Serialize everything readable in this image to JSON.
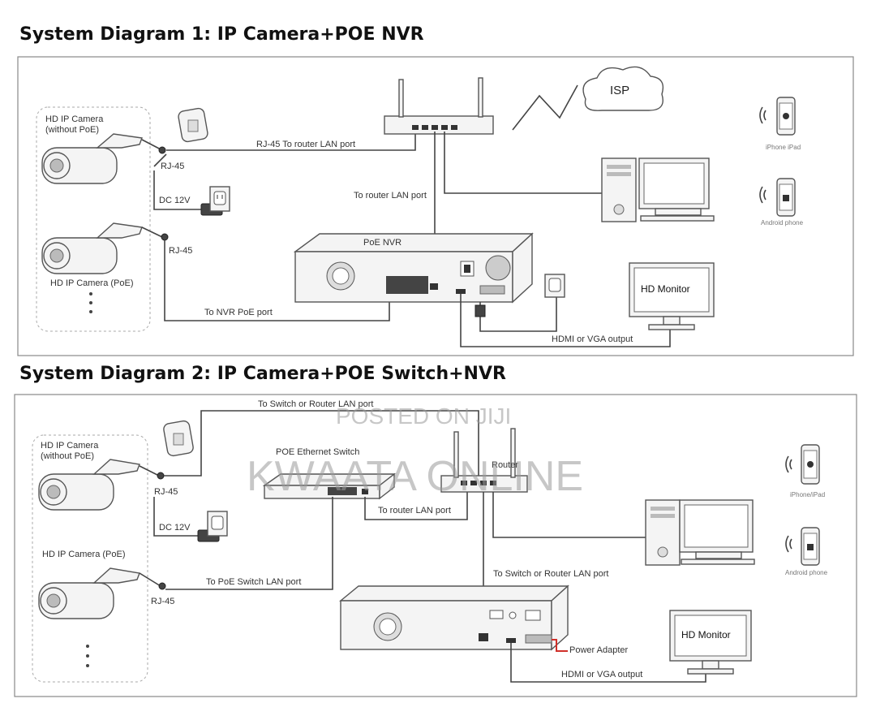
{
  "headings": {
    "diagram1": "System Diagram 1: IP Camera+POE NVR",
    "diagram2": "System Diagram 2: IP Camera+POE Switch+NVR"
  },
  "diagram1": {
    "camera_without_poe_line1": "HD IP Camera",
    "camera_without_poe_line2": "(without PoE)",
    "camera_poe": "HD IP Camera (PoE)",
    "rj45_a": "RJ-45",
    "rj45_b": "RJ-45",
    "rj45_to_router": "RJ-45 To router LAN port",
    "dc_12v": "DC 12V",
    "to_router_lan": "To router LAN port",
    "poe_nvr": "PoE NVR",
    "to_nvr_poe": "To NVR PoE port",
    "hdmi_vga": "HDMI or VGA output",
    "hd_monitor": "HD Monitor",
    "isp": "ISP",
    "iphone_ipad": "iPhone iPad",
    "android_phone": "Android phone"
  },
  "diagram2": {
    "camera_without_poe_line1": "HD IP Camera",
    "camera_without_poe_line2": "(without PoE)",
    "camera_poe": "HD IP Camera (PoE)",
    "rj45_a": "RJ-45",
    "rj45_b": "RJ-45",
    "to_switch_or_router_top": "To Switch or Router LAN port",
    "poe_switch": "POE Ethernet Switch",
    "router": "Router",
    "dc_12v": "DC 12V",
    "to_router_lan": "To router LAN port",
    "to_poe_switch_lan": "To PoE Switch LAN port",
    "to_switch_or_router_mid": "To Switch or Router LAN port",
    "power_adapter": "Power Adapter",
    "hdmi_vga": "HDMI or VGA output",
    "hd_monitor": "HD Monitor",
    "iphone_ipad": "iPhone/iPad",
    "android_phone": "Android phone"
  },
  "watermark": {
    "line1": "POSTED ON JIJI",
    "line2": "KWAATA ONLINE"
  },
  "colors": {
    "power_adapter_line": "#d0302a"
  }
}
